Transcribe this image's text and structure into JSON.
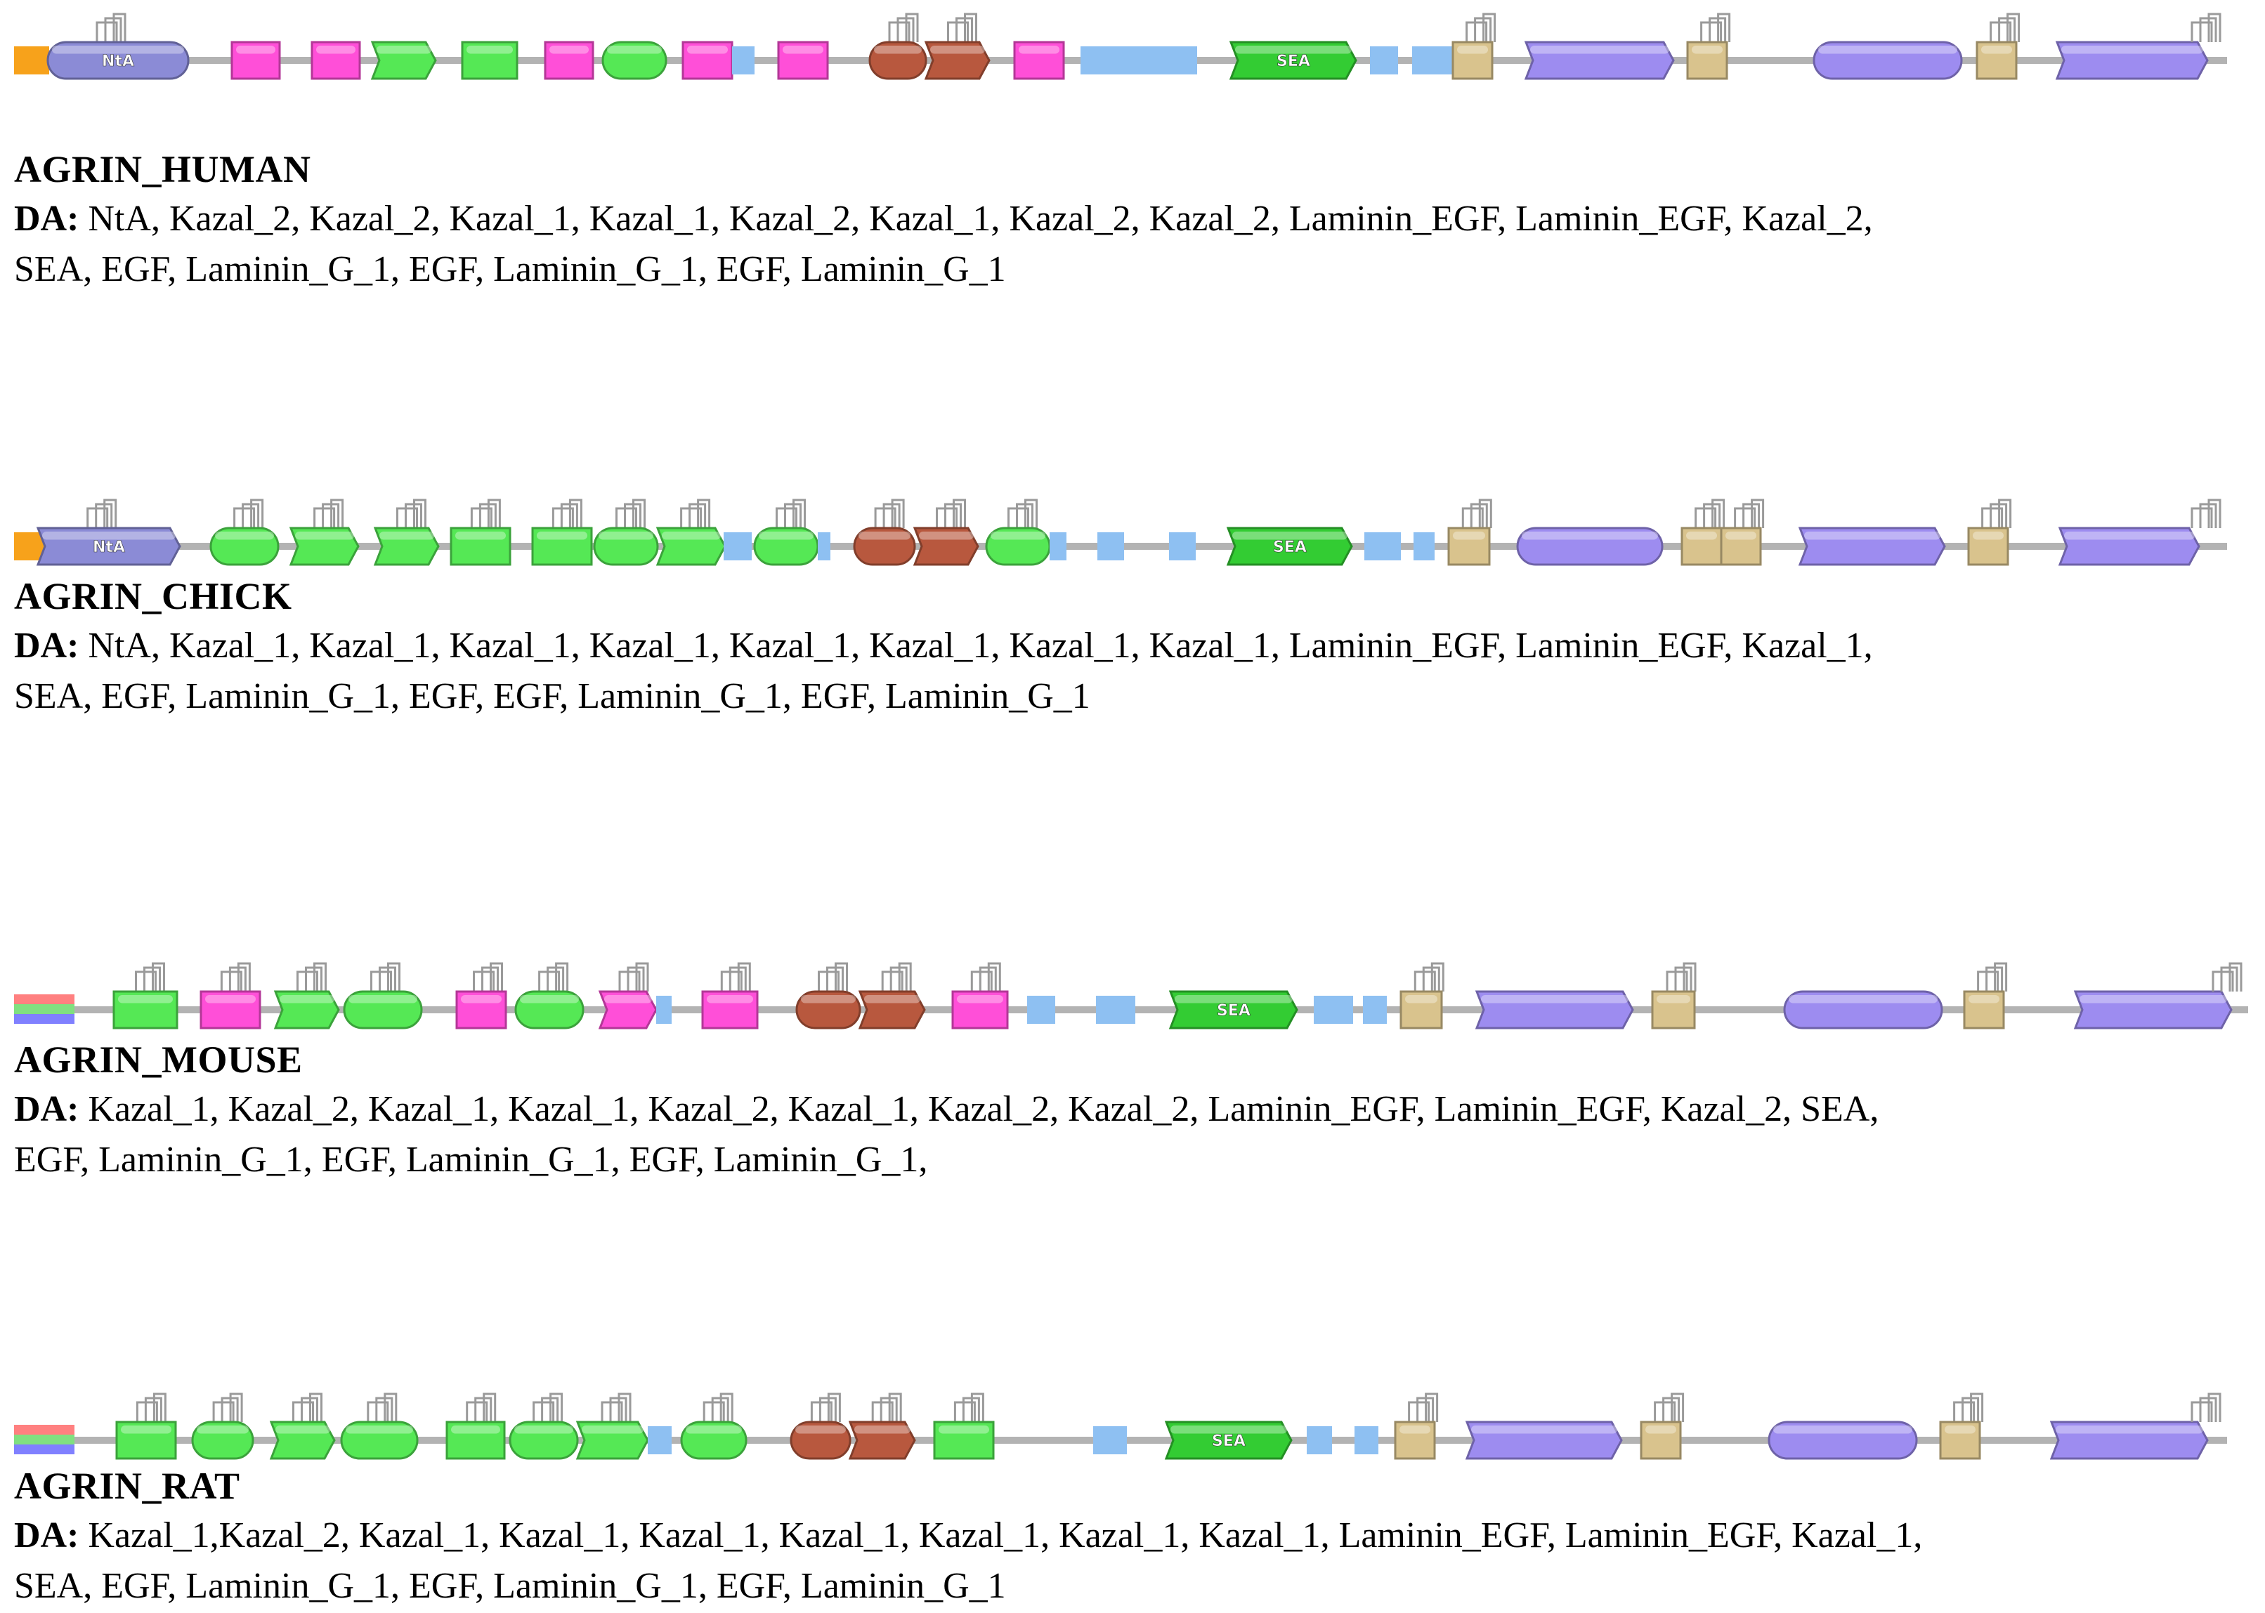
{
  "colors": {
    "backbone": "#b3b3b3",
    "NtA": "#8b8bd6",
    "Kazal_1": "#55e855",
    "Kazal_2": "#ff4fd8",
    "Laminin_EGF": "#b8583e",
    "EGF": "#d9c38d",
    "Laminin_G_1": "#9d8cf0",
    "SEA": "#33cc33",
    "low_complexity": "#8ec0f2",
    "signal": "#f7a21b"
  },
  "da_prefix": "DA:",
  "proteins": [
    {
      "id": "human",
      "name": "AGRIN_HUMAN",
      "da_line1": "NtA, Kazal_2, Kazal_2, Kazal_1, Kazal_1, Kazal_2, Kazal_1, Kazal_2, Kazal_2, Laminin_EGF, Laminin_EGF, Kazal_2,",
      "da_line2": "SEA, EGF, Laminin_G_1, EGF, Laminin_G_1, EGF, Laminin_G_1",
      "domain_labels": [
        "NtA",
        "SEA"
      ]
    },
    {
      "id": "chick",
      "name": "AGRIN_CHICK",
      "da_line1": "NtA, Kazal_1, Kazal_1, Kazal_1, Kazal_1, Kazal_1, Kazal_1, Kazal_1, Kazal_1, Laminin_EGF, Laminin_EGF, Kazal_1,",
      "da_line2": "SEA, EGF, Laminin_G_1, EGF, EGF, Laminin_G_1, EGF, Laminin_G_1",
      "domain_labels": [
        "NtA",
        "SEA"
      ]
    },
    {
      "id": "mouse",
      "name": "AGRIN_MOUSE",
      "da_line1": "Kazal_1, Kazal_2, Kazal_1, Kazal_1, Kazal_2, Kazal_1, Kazal_2, Kazal_2, Laminin_EGF, Laminin_EGF, Kazal_2, SEA,",
      "da_line2": "EGF, Laminin_G_1, EGF, Laminin_G_1, EGF, Laminin_G_1,",
      "domain_labels": [
        "SEA"
      ]
    },
    {
      "id": "rat",
      "name": "AGRIN_RAT",
      "da_line1": "Kazal_1,Kazal_2, Kazal_1, Kazal_1, Kazal_1, Kazal_1, Kazal_1, Kazal_1, Kazal_1, Laminin_EGF, Laminin_EGF, Kazal_1,",
      "da_line2": "SEA, EGF, Laminin_G_1, EGF, Laminin_G_1, EGF, Laminin_G_1",
      "domain_labels": [
        "SEA"
      ]
    }
  ]
}
